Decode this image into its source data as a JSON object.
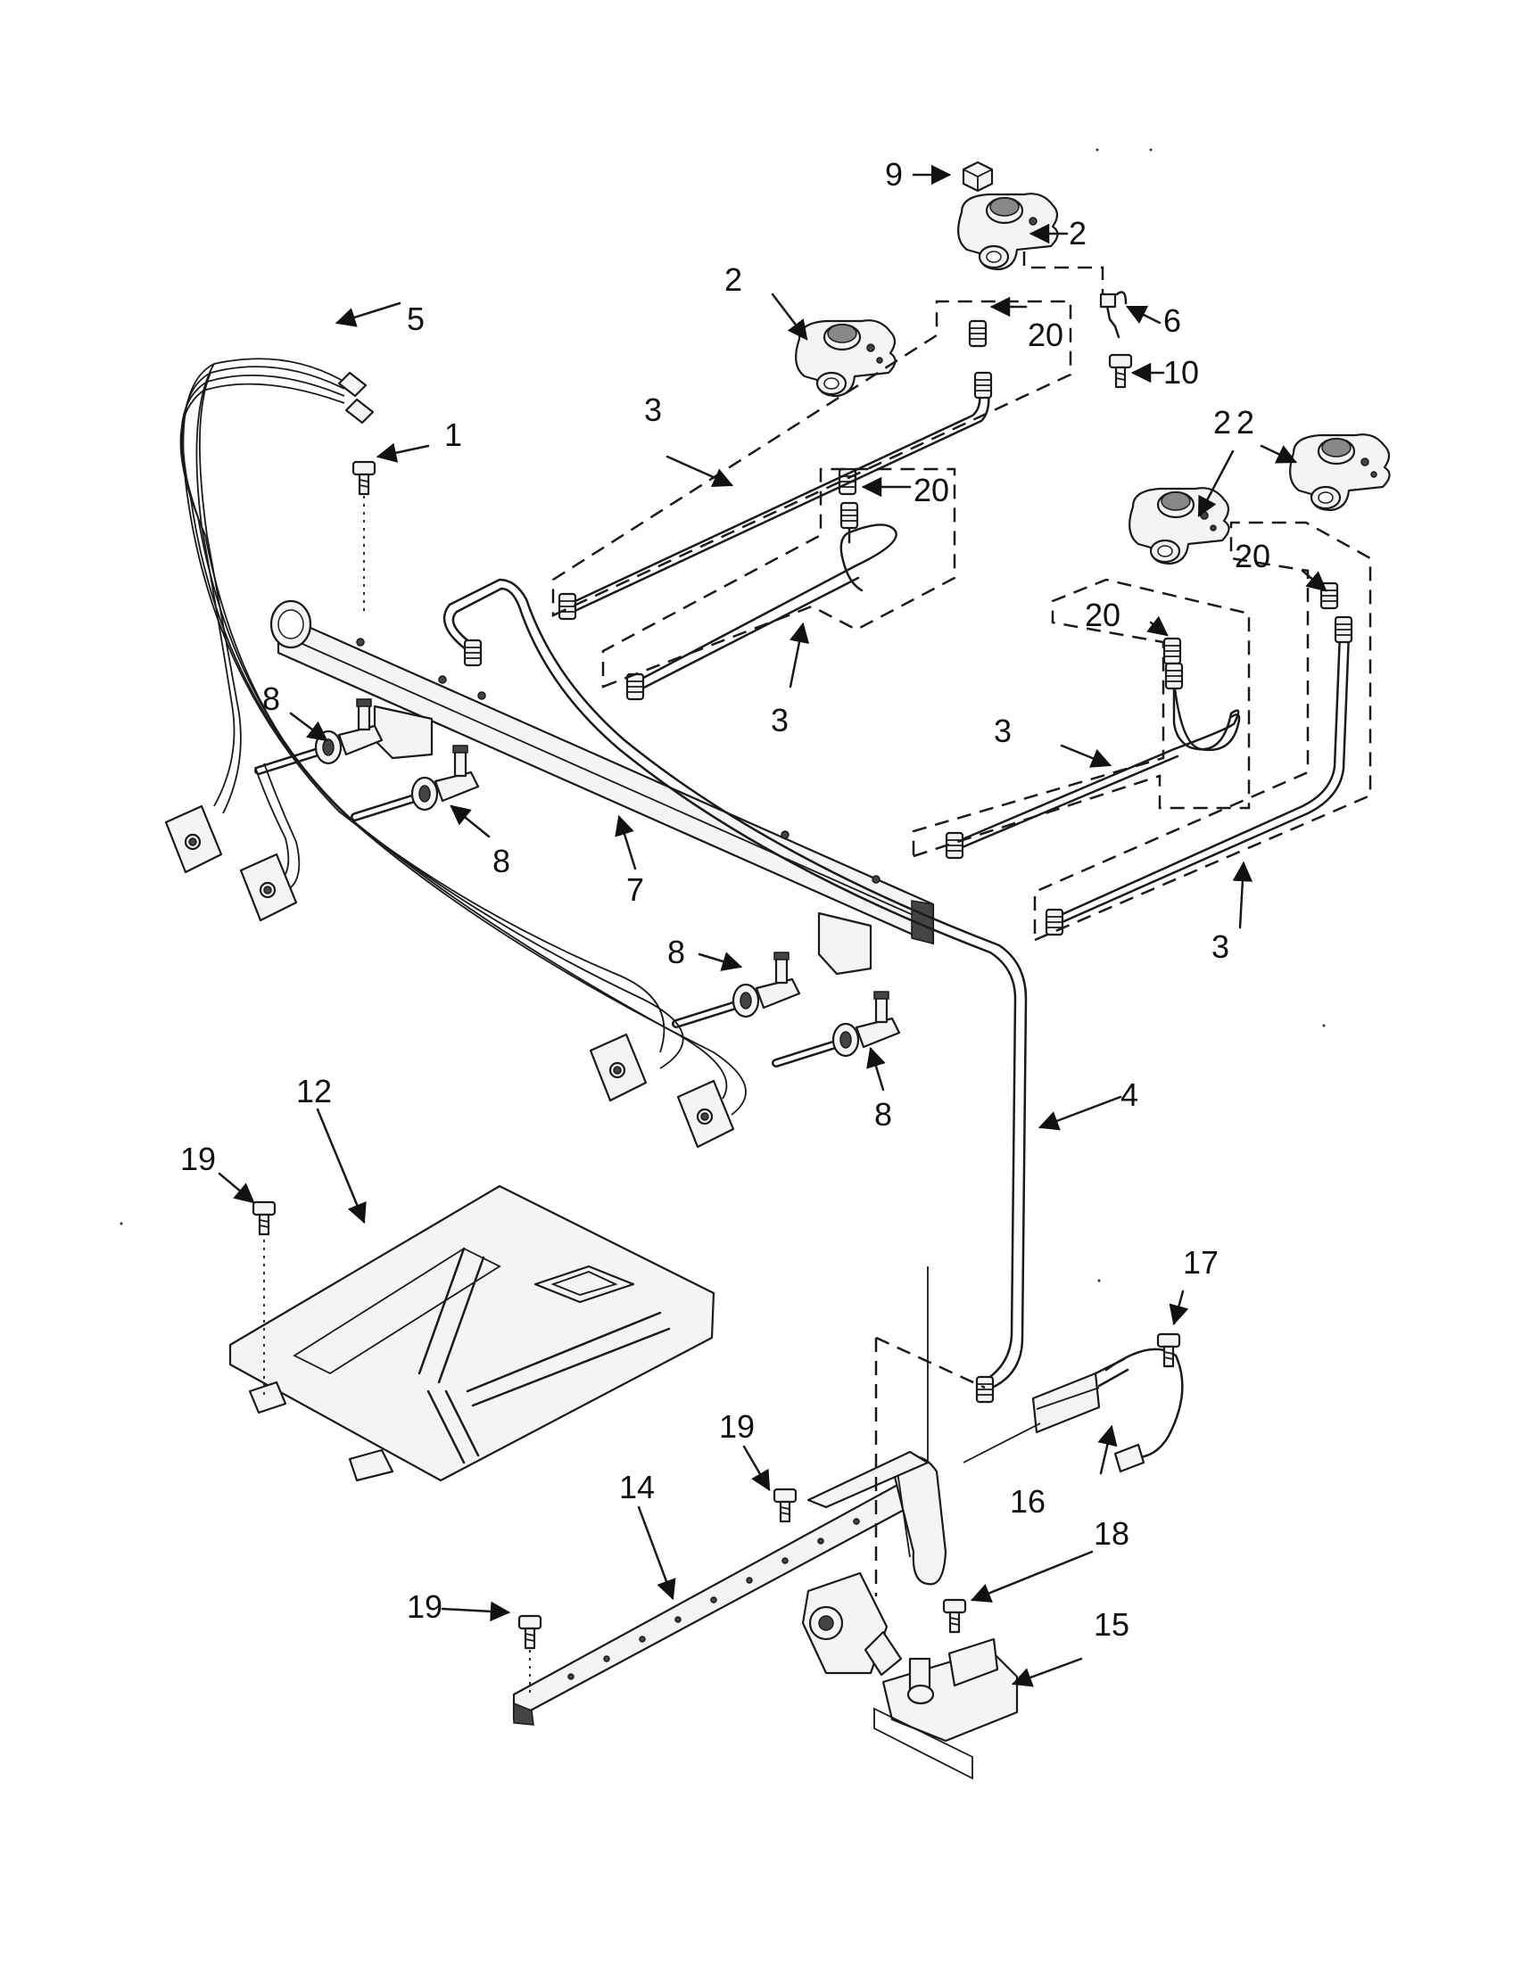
{
  "callouts": {
    "c1": "1",
    "c2a": "2",
    "c2b": "2",
    "c2c": "2",
    "c2d": "2",
    "c3a": "3",
    "c3b": "3",
    "c3c": "3",
    "c3d": "3",
    "c4": "4",
    "c5": "5",
    "c6": "6",
    "c7": "7",
    "c8a": "8",
    "c8b": "8",
    "c8c": "8",
    "c8d": "8",
    "c9": "9",
    "c10": "10",
    "c12": "12",
    "c14": "14",
    "c15": "15",
    "c16": "16",
    "c17": "17",
    "c18": "18",
    "c19a": "19",
    "c19b": "19",
    "c19c": "19",
    "c20a": "20",
    "c20b": "20",
    "c20c": "20",
    "c20d": "20"
  }
}
